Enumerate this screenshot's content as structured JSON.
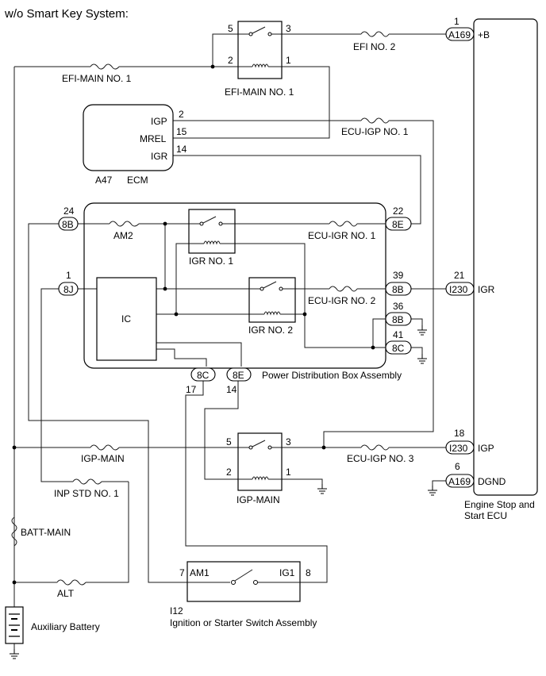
{
  "header": "w/o Smart Key System:",
  "fuses": {
    "efi_main_1": "EFI-MAIN NO. 1",
    "efi_2": "EFI NO. 2",
    "ecu_igp_1": "ECU-IGP NO. 1",
    "am2": "AM2",
    "ecu_igr_1": "ECU-IGR NO. 1",
    "ecu_igr_2": "ECU-IGR NO. 2",
    "igp_main": "IGP-MAIN",
    "ecu_igp_3": "ECU-IGP NO. 3",
    "inp_std_1": "INP STD NO. 1",
    "batt_main": "BATT-MAIN",
    "alt": "ALT"
  },
  "relays": {
    "efi_main_1": {
      "name": "EFI-MAIN NO. 1",
      "pins": [
        "5",
        "3",
        "2",
        "1"
      ]
    },
    "igr_1": {
      "name": "IGR NO. 1"
    },
    "igr_2": {
      "name": "IGR NO. 2"
    },
    "igp_main": {
      "name": "IGP-MAIN",
      "pins": [
        "5",
        "3",
        "2",
        "1"
      ]
    }
  },
  "ecm": {
    "code": "A47",
    "name": "ECM",
    "terminals": [
      {
        "label": "IGP",
        "pin": "2"
      },
      {
        "label": "MREL",
        "pin": "15"
      },
      {
        "label": "IGR",
        "pin": "14"
      }
    ]
  },
  "pdb": {
    "name": "Power Distribution Box Assembly",
    "ic": "IC",
    "connectors": [
      {
        "conn": "8B",
        "pin": "24"
      },
      {
        "conn": "8J",
        "pin": "1"
      },
      {
        "conn": "8E",
        "pin": "22"
      },
      {
        "conn": "8B",
        "pin": "39"
      },
      {
        "conn": "8B",
        "pin": "36"
      },
      {
        "conn": "8C",
        "pin": "41"
      },
      {
        "conn": "8C",
        "pin": "17"
      },
      {
        "conn": "8E",
        "pin": "14"
      }
    ]
  },
  "ecu": {
    "name_line1": "Engine Stop and",
    "name_line2": "Start ECU",
    "terminals": [
      {
        "conn": "A169",
        "pin": "1",
        "label": "+B"
      },
      {
        "conn": "I230",
        "pin": "21",
        "label": "IGR"
      },
      {
        "conn": "I230",
        "pin": "18",
        "label": "IGP"
      },
      {
        "conn": "A169",
        "pin": "6",
        "label": "DGND"
      }
    ]
  },
  "ignition": {
    "code": "I12",
    "name": "Ignition or Starter Switch Assembly",
    "pins": [
      {
        "pin": "7",
        "label": "AM1"
      },
      {
        "pin": "8",
        "label": "IG1"
      }
    ]
  },
  "battery": "Auxiliary Battery"
}
